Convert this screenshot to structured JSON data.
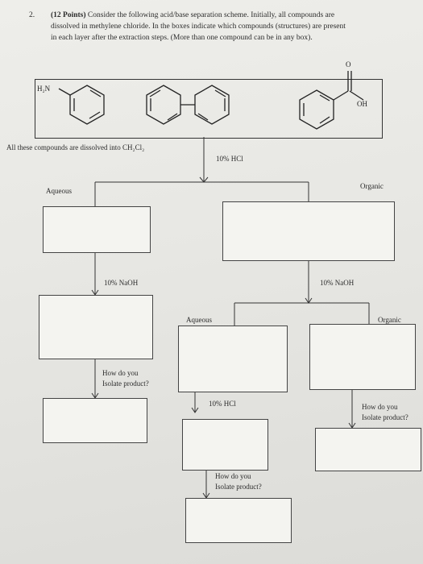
{
  "question": {
    "number": "2.",
    "points": "(12 Points)",
    "line1_rest": " Consider the following acid/base separation scheme.  Initially, all compounds are",
    "line2": "dissolved in methylene chloride.  In the boxes indicate which compounds (structures) are present",
    "line3": "in each layer after the extraction steps.  (More than one compound can be in any box)."
  },
  "compounds": {
    "amine_label": "H₂N",
    "acid_carbonyl": "O",
    "acid_hydroxyl": "OH"
  },
  "scheme": {
    "solvent_note": "All these compounds are dissolved into CH₂Cl₂",
    "reagent_hcl_1": "10% HCl",
    "aqueous_1": "Aqueous",
    "organic_1": "Organic",
    "reagent_naoh_left": "10% NaOH",
    "reagent_naoh_right": "10% NaOH",
    "aqueous_2": "Aqueous",
    "organic_2": "Organic",
    "isolate_left_1": "How do you",
    "isolate_left_2": "Isolate product?",
    "reagent_hcl_2": "10% HCl",
    "isolate_right_1": "How do you",
    "isolate_right_2": "Isolate product?",
    "isolate_center_1": "How do you",
    "isolate_center_2": "Isolate product?"
  }
}
